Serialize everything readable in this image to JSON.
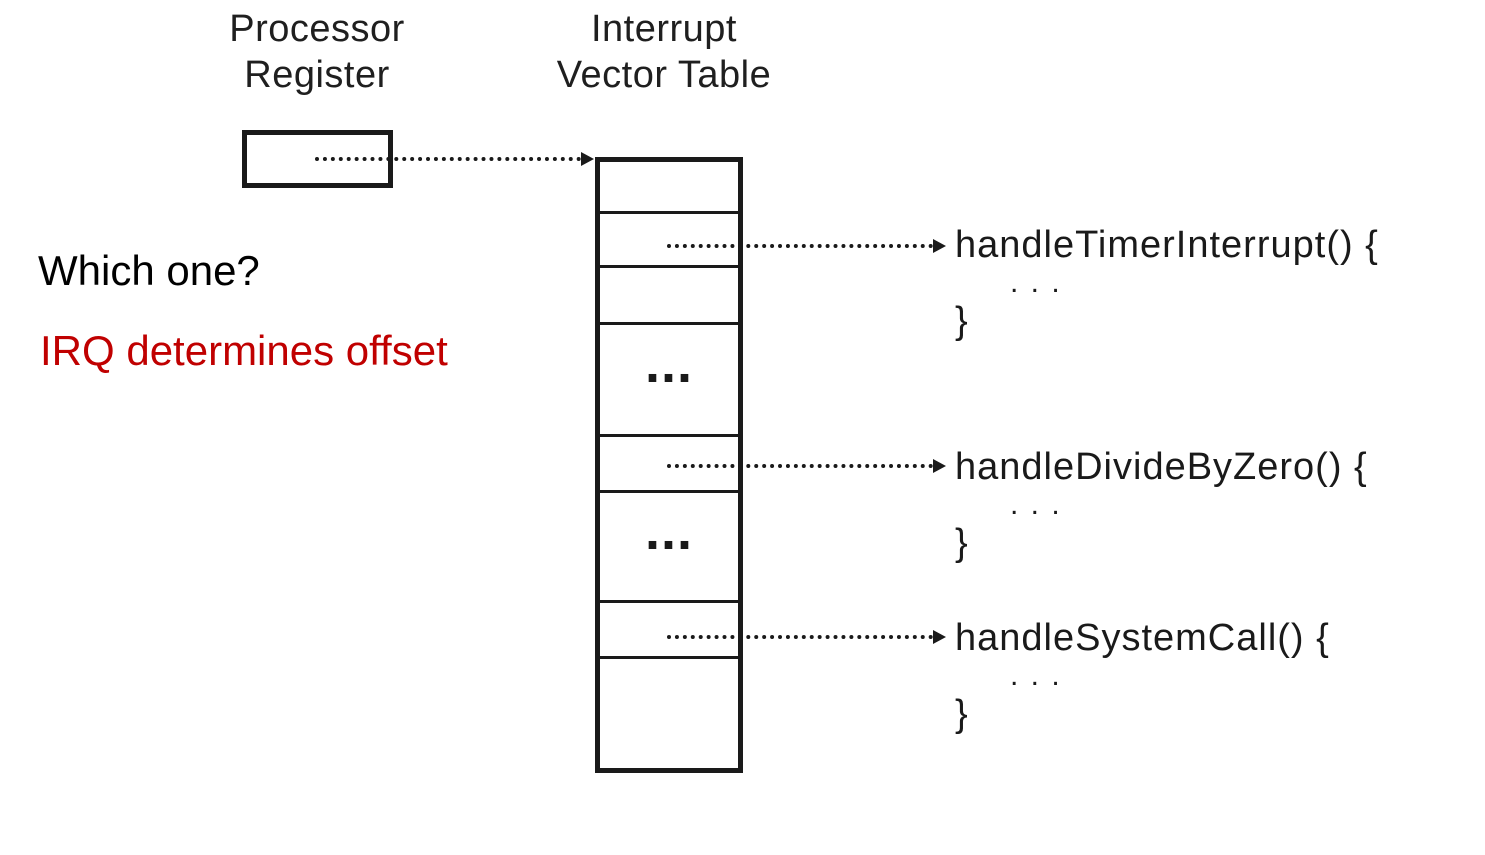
{
  "slide": {
    "titles": {
      "processor_register": {
        "line1": "Processor",
        "line2": "Register"
      },
      "interrupt_vector_table": {
        "line1": "Interrupt",
        "line2": "Vector Table"
      }
    },
    "annotations": {
      "question": "Which one?",
      "answer": "IRQ determines offset"
    },
    "vector_table": {
      "cells": [
        {
          "label": ""
        },
        {
          "label": "",
          "points_to": "handleTimerInterrupt"
        },
        {
          "label": ""
        },
        {
          "label": "..."
        },
        {
          "label": "",
          "points_to": "handleDivideByZero"
        },
        {
          "label": "..."
        },
        {
          "label": "",
          "points_to": "handleSystemCall"
        },
        {
          "label": ""
        }
      ]
    },
    "handlers": [
      {
        "signature": "handleTimerInterrupt() {",
        "body": ". . .",
        "close": "}"
      },
      {
        "signature": "handleDivideByZero() {",
        "body": ". . .",
        "close": "}"
      },
      {
        "signature": "handleSystemCall() {",
        "body": ". . .",
        "close": "}"
      }
    ],
    "colors": {
      "ink": "#1a1a1a",
      "answer_red": "#c00000",
      "background": "#ffffff"
    }
  }
}
